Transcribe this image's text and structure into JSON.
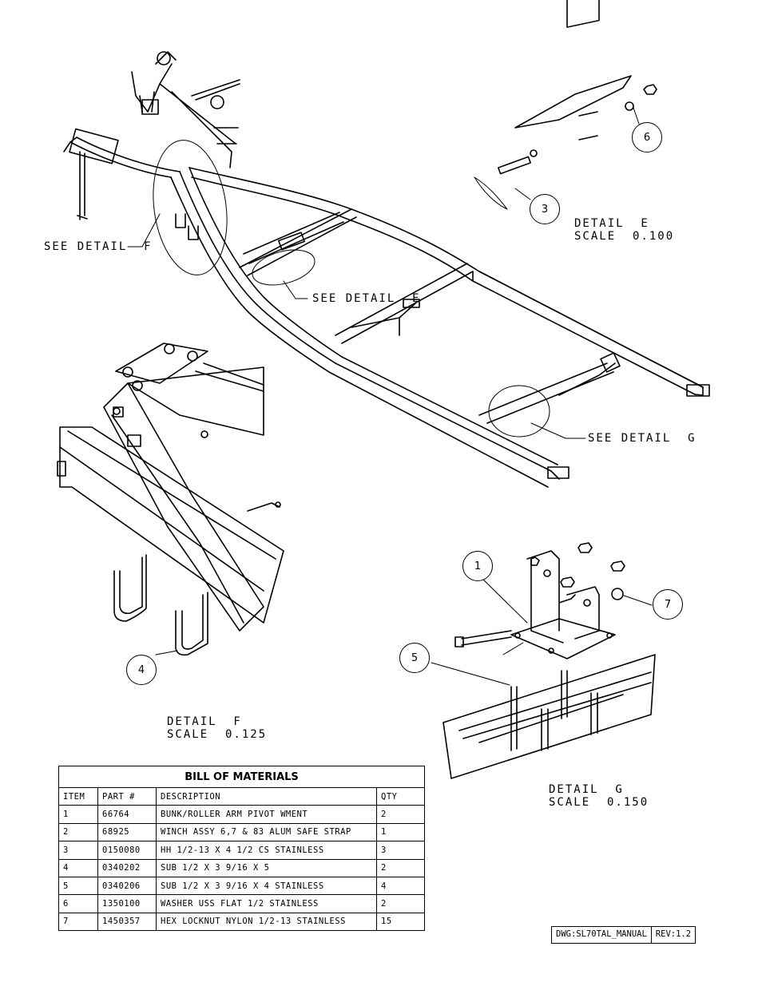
{
  "callouts": {
    "see_detail_f": "SEE DETAIL  F",
    "see_detail_e": "SEE DETAIL  E",
    "see_detail_g": "SEE DETAIL  G"
  },
  "details": {
    "e": {
      "title": "DETAIL  E",
      "scale": "SCALE  0.100"
    },
    "f": {
      "title": "DETAIL  F",
      "scale": "SCALE  0.125"
    },
    "g": {
      "title": "DETAIL  G",
      "scale": "SCALE  0.150"
    }
  },
  "bubbles": {
    "b1": "1",
    "b3": "3",
    "b4": "4",
    "b5": "5",
    "b6": "6",
    "b7": "7"
  },
  "bom": {
    "title": "BILL OF MATERIALS",
    "headers": {
      "item": "ITEM",
      "part": "PART #",
      "description": "DESCRIPTION",
      "qty": "QTY"
    },
    "rows": [
      {
        "item": "1",
        "part": "66764",
        "description": "BUNK/ROLLER ARM PIVOT WMENT",
        "qty": "2"
      },
      {
        "item": "2",
        "part": "68925",
        "description": "WINCH ASSY 6,7 & 83 ALUM SAFE STRAP",
        "qty": "1"
      },
      {
        "item": "3",
        "part": "0150080",
        "description": "HH 1/2-13 X 4 1/2 CS STAINLESS",
        "qty": "3"
      },
      {
        "item": "4",
        "part": "0340202",
        "description": "SUB 1/2 X 3 9/16 X 5",
        "qty": "2"
      },
      {
        "item": "5",
        "part": "0340206",
        "description": "SUB 1/2 X 3 9/16 X 4 STAINLESS",
        "qty": "4"
      },
      {
        "item": "6",
        "part": "1350100",
        "description": "WASHER USS FLAT 1/2 STAINLESS",
        "qty": "2"
      },
      {
        "item": "7",
        "part": "1450357",
        "description": "HEX LOCKNUT NYLON 1/2-13 STAINLESS",
        "qty": "15"
      }
    ]
  },
  "title_block": {
    "dwg": "DWG:SL70TAL_MANUAL",
    "rev": "REV:1.2"
  }
}
